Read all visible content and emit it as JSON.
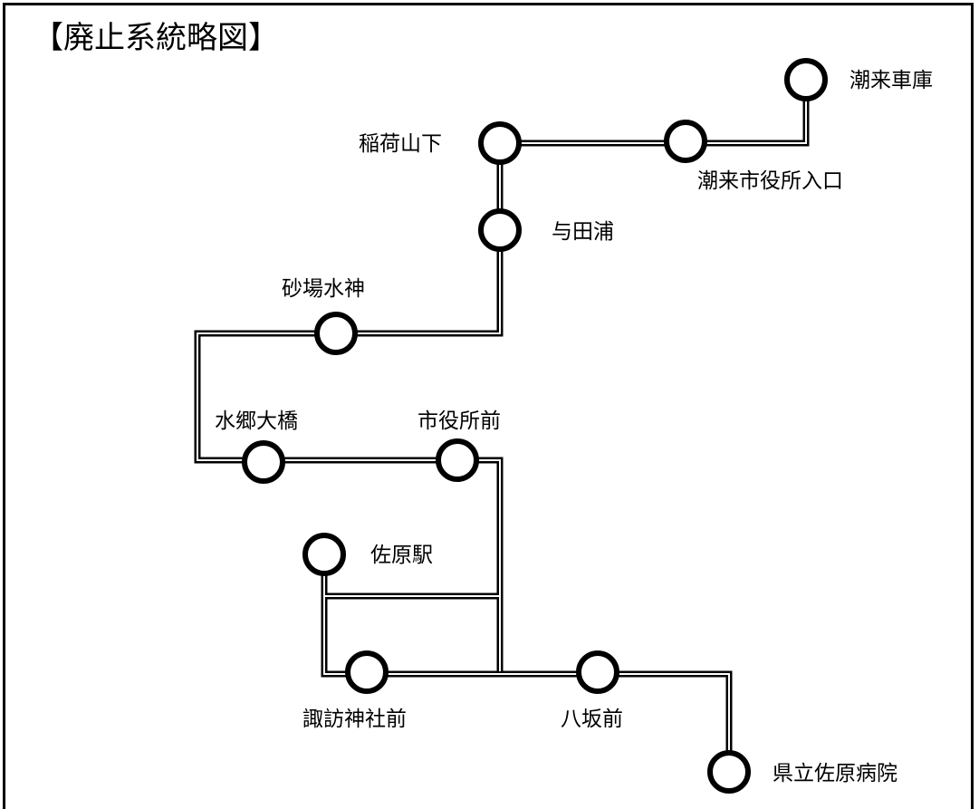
{
  "title": "【廃止系統略図】",
  "colors": {
    "line": "#000000",
    "background": "#ffffff",
    "station_fill": "#ffffff"
  },
  "stations": {
    "itako_depot": "潮来車庫",
    "itako_city_hall_entrance": "潮来市役所入口",
    "inariyamashita": "稲荷山下",
    "yodaura": "与田浦",
    "sunaba_suijin": "砂場水神",
    "suigo_ohashi": "水郷大橋",
    "shiyakusho_mae": "市役所前",
    "sawara_station": "佐原駅",
    "suwa_jinja_mae": "諏訪神社前",
    "yasaka_mae": "八坂前",
    "prefectural_sawara_hospital": "県立佐原病院"
  }
}
